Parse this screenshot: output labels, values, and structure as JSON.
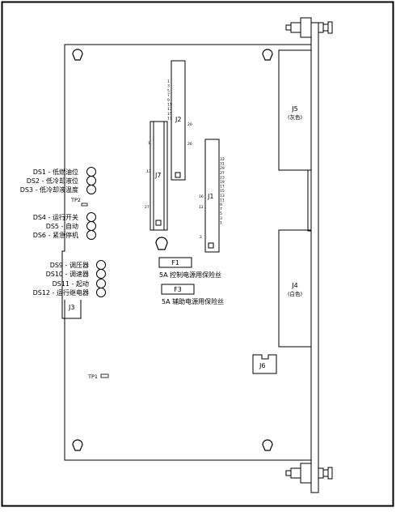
{
  "status_leds": [
    {
      "id": "DS1",
      "label": "低燃油位"
    },
    {
      "id": "DS2",
      "label": "低冷却液位"
    },
    {
      "id": "DS3",
      "label": "低冷却液温度"
    },
    {
      "id": "DS4",
      "label": "运行开关"
    },
    {
      "id": "DS5",
      "label": "自动"
    },
    {
      "id": "DS6",
      "label": "紧急停机"
    },
    {
      "id": "DS9",
      "label": "调压器"
    },
    {
      "id": "DS10",
      "label": "调速器"
    },
    {
      "id": "DS11",
      "label": "起动"
    },
    {
      "id": "DS12",
      "label": "运行继电器"
    }
  ],
  "test_points": {
    "tp1": "TP1",
    "tp2": "TP2"
  },
  "connectors": {
    "j1": {
      "name": "J1",
      "pins": [
        "33",
        "31",
        "29",
        "27",
        "23",
        "19",
        "17",
        "15",
        "13",
        "11",
        "9",
        "7",
        "5",
        "3",
        "1"
      ],
      "side_pins": [
        "16",
        "12",
        "2"
      ]
    },
    "j2": {
      "name": "J2",
      "pins": [
        "1",
        "3",
        "5",
        "7",
        "9",
        "11",
        "13",
        "15",
        "17"
      ],
      "side_pins": [
        "20",
        "26"
      ]
    },
    "j3": {
      "name": "J3"
    },
    "j4": {
      "name": "J4",
      "sub": "(白色)"
    },
    "j5": {
      "name": "J5",
      "sub": "(灰色)"
    },
    "j6": {
      "name": "J6"
    },
    "j7": {
      "name": "J7",
      "pins": [
        "1",
        "13",
        "27"
      ]
    }
  },
  "fuses": [
    {
      "id": "F1",
      "label": "5A 控制电源用保险丝"
    },
    {
      "id": "F3",
      "label": "5A 辅助电源用保险丝"
    }
  ]
}
